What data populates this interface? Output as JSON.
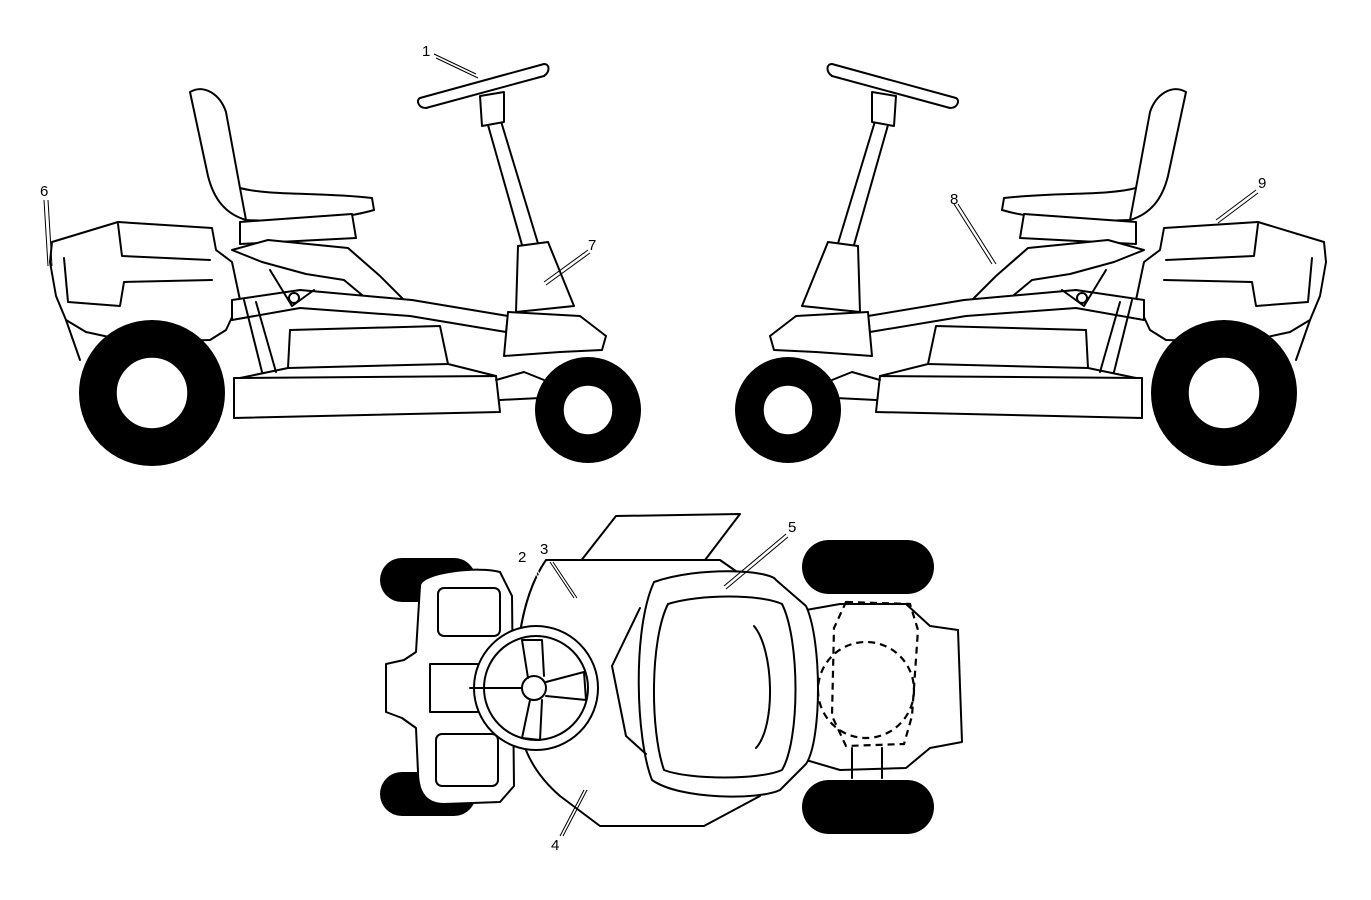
{
  "callouts": {
    "c1": "1",
    "c2": "2",
    "c3": "3",
    "c4": "4",
    "c5": "5",
    "c6": "6",
    "c7": "7",
    "c8": "8",
    "c9": "9"
  },
  "colors": {
    "line": "#000000",
    "background": "#ffffff",
    "tire": "#000000"
  }
}
